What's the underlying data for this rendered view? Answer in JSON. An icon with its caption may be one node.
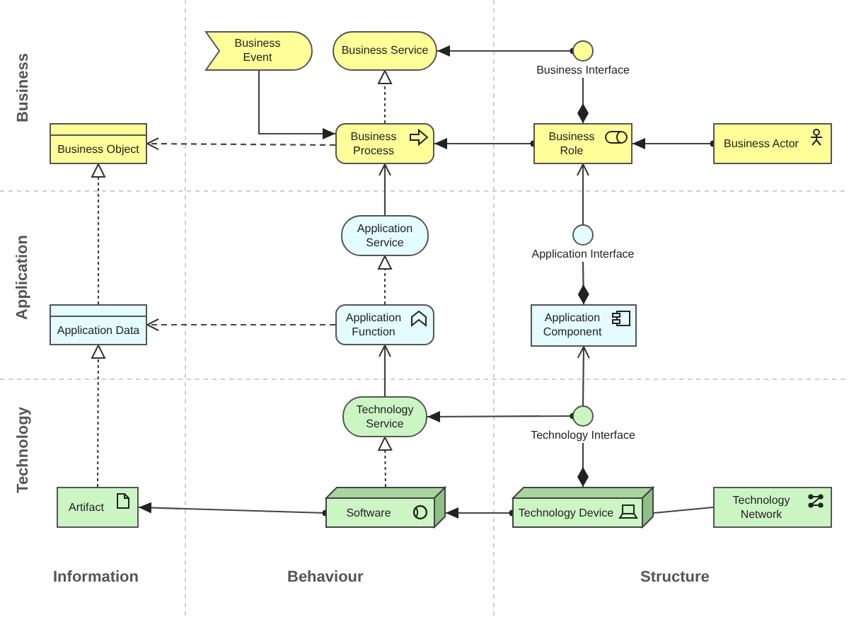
{
  "diagram": {
    "nodes": [
      {
        "text": [
          "Business Event"
        ]
      },
      {
        "text": [
          "Business Service"
        ]
      },
      {
        "text": [
          "Business Interface"
        ]
      },
      {
        "text": [
          "Business Object"
        ]
      },
      {
        "text": [
          "Business Process"
        ]
      },
      {
        "text": [
          "Business Role"
        ]
      },
      {
        "text": [
          "Business Actor"
        ]
      },
      {
        "text": [
          "Application Service"
        ]
      },
      {
        "text": [
          "Application Interface"
        ]
      },
      {
        "text": [
          "Application Data"
        ]
      },
      {
        "text": [
          "Application Function"
        ]
      },
      {
        "text": [
          "Application Component"
        ]
      },
      {
        "text": [
          "Technology Service"
        ]
      },
      {
        "text": [
          "Technology Interface"
        ]
      },
      {
        "text": [
          "Artifact"
        ]
      },
      {
        "text": [
          "Software"
        ]
      },
      {
        "text": [
          "Technology Device"
        ]
      },
      {
        "text": [
          "Technology Network"
        ]
      }
    ],
    "edges": [
      {
        "from": 0,
        "to": 4,
        "arrow": "to"
      },
      {
        "from": 4,
        "to": 1,
        "arrow": "to",
        "style": "dashed"
      },
      {
        "from": 2,
        "to": 1,
        "arrow": "to"
      },
      {
        "from": 2,
        "to": 5,
        "arrow": "other"
      },
      {
        "from": 5,
        "to": 4,
        "arrow": "to"
      },
      {
        "from": 6,
        "to": 5,
        "arrow": "to"
      },
      {
        "from": 4,
        "to": 3,
        "arrow": "to",
        "style": "dashed"
      },
      {
        "from": 9,
        "to": 3,
        "arrow": "to",
        "style": "dashed"
      },
      {
        "from": 7,
        "to": 4,
        "arrow": "to"
      },
      {
        "from": 10,
        "to": 7,
        "arrow": "to",
        "style": "dashed"
      },
      {
        "from": 8,
        "to": 5,
        "arrow": "to"
      },
      {
        "from": 8,
        "to": 11,
        "arrow": "other"
      },
      {
        "from": 10,
        "to": 9,
        "arrow": "to",
        "style": "dashed"
      },
      {
        "from": 12,
        "to": 10,
        "arrow": "to"
      },
      {
        "from": 13,
        "to": 12,
        "arrow": "to"
      },
      {
        "from": 13,
        "to": 11,
        "arrow": "to"
      },
      {
        "from": 13,
        "to": 16,
        "arrow": "other"
      },
      {
        "from": 15,
        "to": 12,
        "arrow": "to",
        "style": "dashed"
      },
      {
        "from": 14,
        "to": 9,
        "arrow": "to",
        "style": "dashed"
      },
      {
        "from": 15,
        "to": 14,
        "arrow": "to"
      },
      {
        "from": 16,
        "to": 15,
        "arrow": "to"
      },
      {
        "from": 17,
        "to": 16,
        "arrow": "none"
      }
    ],
    "labels": [
      "Business",
      "Application",
      "Technology",
      "Information",
      "Behaviour",
      "Structure"
    ]
  }
}
